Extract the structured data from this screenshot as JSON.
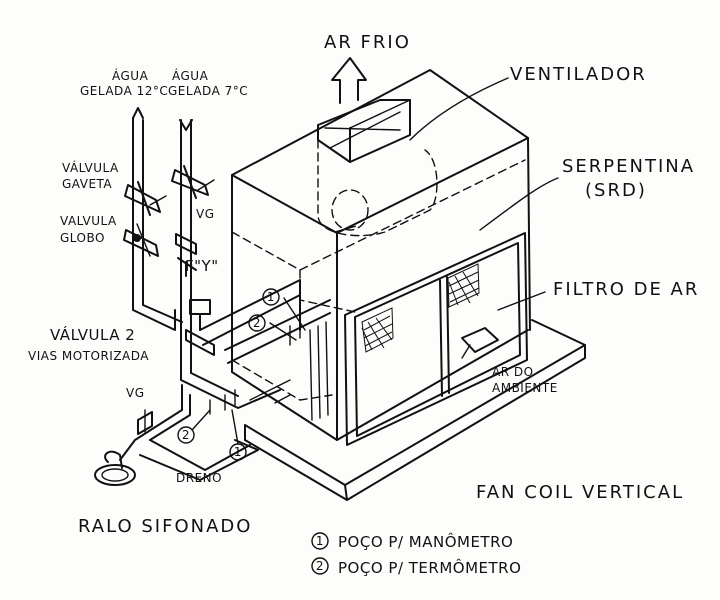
{
  "labels": {
    "ar_frio": "AR FRIO",
    "agua_gelada_12_line1": "ÁGUA",
    "agua_gelada_12_line2": "GELADA 12°C",
    "agua_gelada_7_line1": "ÁGUA",
    "agua_gelada_7_line2": "GELADA 7°C",
    "ventilador": "VENTILADOR",
    "serpentina_line1": "SERPENTINA",
    "serpentina_line2": "(SRD)",
    "valvula_gaveta_line1": "VÁLVULA",
    "valvula_gaveta_line2": "GAVETA",
    "valvula_globo_line1": "VALVULA",
    "valvula_globo_line2": "GLOBO",
    "vg_top": "VG",
    "filtro_y": "F\"Y\"",
    "filtro_de_ar": "FILTRO DE AR",
    "valvula_2vias_line1": "VÁLVULA 2",
    "valvula_2vias_line2": "VIAS MOTORIZADA",
    "ar_do_ambiente_line1": "AR DO",
    "ar_do_ambiente_line2": "AMBIENTE",
    "vg_bottom": "VG",
    "dreno": "DRENO",
    "ralo_sifonado": "RALO SIFONADO",
    "title": "FAN COIL VERTICAL"
  },
  "markers": {
    "one": "1",
    "two": "2"
  },
  "legend": [
    {
      "num": "1",
      "text": "POÇO P/ MANÔMETRO"
    },
    {
      "num": "2",
      "text": "POÇO P/ TERMÔMETRO"
    }
  ],
  "colors": {
    "ink": "#111111",
    "paper": "#fdfdfb"
  }
}
